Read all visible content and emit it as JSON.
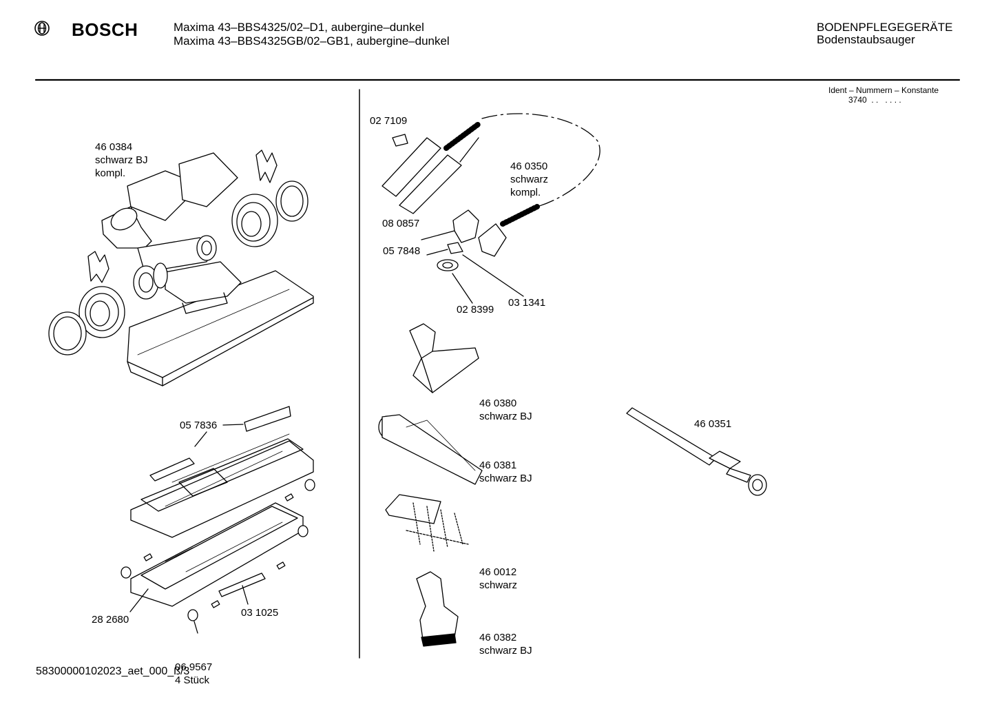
{
  "header": {
    "brand": "BOSCH",
    "model_line_1": "Maxima 43–BBS4325/02–D1, aubergine–dunkel",
    "model_line_2": "Maxima 43–BBS4325GB/02–GB1, aubergine–dunkel",
    "category": "BODENPFLEGEGERÄTE",
    "subcategory": "Bodenstaubsauger"
  },
  "ident": {
    "title": "Ident – Nummern – Konstante",
    "value": "3740  . .   . . . ."
  },
  "parts": [
    {
      "id": "p460384",
      "lines": [
        "46 0384",
        "schwarz BJ",
        "kompl."
      ]
    },
    {
      "id": "p027109",
      "lines": [
        "02 7109"
      ]
    },
    {
      "id": "p460350",
      "lines": [
        "46 0350",
        "schwarz",
        "kompl."
      ]
    },
    {
      "id": "p080857",
      "lines": [
        "08 0857"
      ]
    },
    {
      "id": "p057848",
      "lines": [
        "05 7848"
      ]
    },
    {
      "id": "p028399",
      "lines": [
        "02 8399"
      ]
    },
    {
      "id": "p031341",
      "lines": [
        "03 1341"
      ]
    },
    {
      "id": "p460380",
      "lines": [
        "46 0380",
        "schwarz BJ"
      ]
    },
    {
      "id": "p460381",
      "lines": [
        "46 0381",
        "schwarz BJ"
      ]
    },
    {
      "id": "p460351",
      "lines": [
        "46 0351"
      ]
    },
    {
      "id": "p460012",
      "lines": [
        "46 0012",
        "schwarz"
      ]
    },
    {
      "id": "p460382",
      "lines": [
        "46 0382",
        "schwarz BJ"
      ]
    },
    {
      "id": "p057836",
      "lines": [
        "05 7836"
      ]
    },
    {
      "id": "p282680",
      "lines": [
        "28 2680"
      ]
    },
    {
      "id": "p031025",
      "lines": [
        "03 1025"
      ]
    },
    {
      "id": "p069567",
      "lines": [
        "06 9567",
        "4 Stück"
      ]
    }
  ],
  "footer": {
    "doc_id": "58300000102023_aet_000_ß/3"
  },
  "icons": [
    "bosch-logo-icon"
  ]
}
